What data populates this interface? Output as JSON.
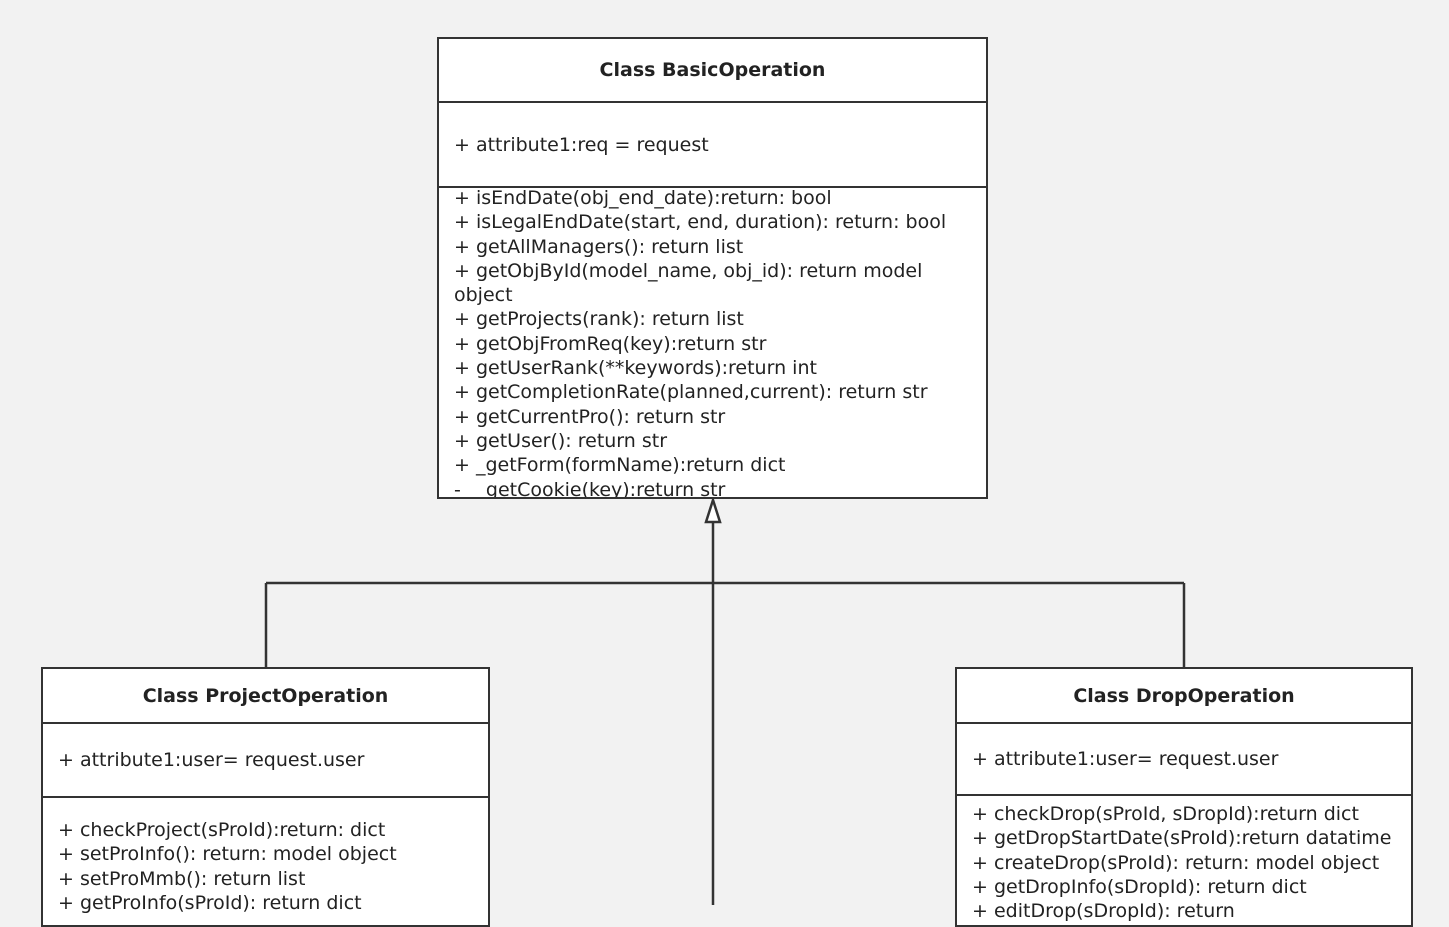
{
  "diagram": {
    "classes": [
      {
        "id": "basic",
        "title": "Class BasicOperation",
        "attributes": [
          "+ attribute1:req = request"
        ],
        "methods": [
          "+ isEndDate(obj_end_date):return: bool",
          "+ isLegalEndDate(start, end, duration): return: bool",
          "+ getAllManagers(): return list",
          "+ getObjById(model_name, obj_id): return model object",
          "+ getProjects(rank): return list",
          "+ getObjFromReq(key):return str",
          "+ getUserRank(**keywords):return int",
          "+ getCompletionRate(planned,current): return str",
          "+ getCurrentPro(): return str",
          "+ getUser(): return str",
          "+ _getForm(formName):return dict",
          "- __getCookie(key):return str"
        ]
      },
      {
        "id": "project",
        "title": "Class ProjectOperation",
        "attributes": [
          "+ attribute1:user= request.user"
        ],
        "methods": [
          "+ checkProject(sProId):return: dict",
          "+ setProInfo(): return: model object",
          "+ setProMmb(): return list",
          "+ getProInfo(sProId): return dict"
        ]
      },
      {
        "id": "drop",
        "title": "Class DropOperation",
        "attributes": [
          "+ attribute1:user= request.user"
        ],
        "methods": [
          "+ checkDrop(sProId, sDropId):return dict",
          "+ getDropStartDate(sProId):return datatime",
          "+ createDrop(sProId): return: model object",
          "+ getDropInfo(sDropId): return dict",
          "+ editDrop(sDropId): return"
        ]
      }
    ],
    "relations": [
      {
        "type": "generalization",
        "from": "project",
        "to": "basic"
      },
      {
        "type": "generalization",
        "from": "drop",
        "to": "basic"
      }
    ],
    "colors": {
      "line": "#333333",
      "box_fill": "#ffffff",
      "background": "#f2f2f2"
    }
  }
}
